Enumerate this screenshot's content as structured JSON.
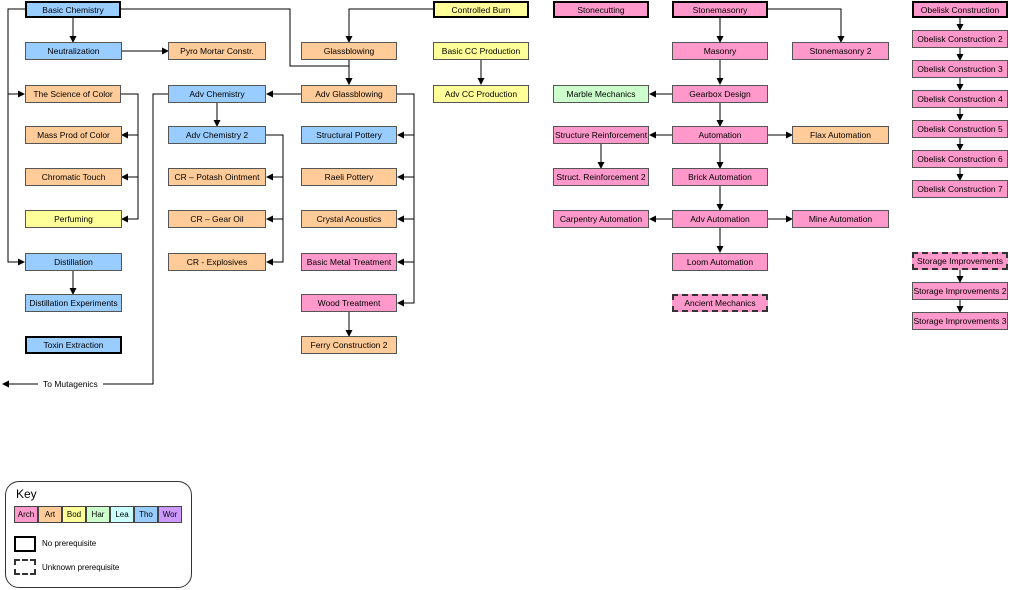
{
  "nodes": {
    "basic_chemistry": "Basic Chemistry",
    "neutralization": "Neutralization",
    "pyro_mortar": "Pyro Mortar Constr.",
    "science_of_color": "The Science of Color",
    "mass_prod_color": "Mass Prod of Color",
    "chromatic_touch": "Chromatic Touch",
    "perfuming": "Perfuming",
    "distillation": "Distillation",
    "distillation_experiments": "Distillation Experiments",
    "toxin_extraction": "Toxin Extraction",
    "adv_chemistry": "Adv Chemistry",
    "adv_chemistry_2": "Adv Chemistry 2",
    "cr_potash": "CR – Potash Ointment",
    "cr_gear_oil": "CR – Gear Oil",
    "cr_explosives": "CR - Explosives",
    "glassblowing": "Glassblowing",
    "adv_glassblowing": "Adv Glassblowing",
    "structural_pottery": "Structural Pottery",
    "raeli_pottery": "Raeli Pottery",
    "crystal_acoustics": "Crystal Acoustics",
    "basic_metal_treatment": "Basic Metal Treatment",
    "wood_treatment": "Wood Treatment",
    "ferry_construction_2": "Ferry Construction 2",
    "controlled_burn": "Controlled Burn",
    "basic_cc_production": "Basic CC Production",
    "adv_cc_production": "Adv CC Production",
    "stonecutting": "Stonecutting",
    "stonemasonry": "Stonemasonry",
    "masonry": "Masonry",
    "stonemasonry_2": "Stonemasonry 2",
    "gearbox_design": "Gearbox Design",
    "marble_mechanics": "Marble Mechanics",
    "structure_reinforcement": "Structure Reinforcement",
    "automation": "Automation",
    "flax_automation": "Flax Automation",
    "struct_reinforcement_2": "Struct. Reinforcement 2",
    "brick_automation": "Brick Automation",
    "carpentry_automation": "Carpentry Automation",
    "adv_automation": "Adv Automation",
    "mine_automation": "Mine Automation",
    "loom_automation": "Loom Automation",
    "ancient_mechanics": "Ancient Mechanics",
    "obelisk_1": "Obelisk Construction",
    "obelisk_2": "Obelisk Construction 2",
    "obelisk_3": "Obelisk Construction 3",
    "obelisk_4": "Obelisk Construction 4",
    "obelisk_5": "Obelisk Construction 5",
    "obelisk_6": "Obelisk Construction 6",
    "obelisk_7": "Obelisk Construction 7",
    "storage_1": "Storage Improvements",
    "storage_2": "Storage Improvements 2",
    "storage_3": "Storage Improvements 3"
  },
  "to_mutagenics": "To Mutagenics",
  "key": {
    "title": "Key",
    "skills": [
      "Arch",
      "Art",
      "Bod",
      "Har",
      "Lea",
      "Tho",
      "Wor"
    ],
    "no_prereq": "No prerequisite",
    "unknown_prereq": "Unknown prerequisite"
  },
  "colors": {
    "Arch": "#ff99cc",
    "Art": "#ffcc99",
    "Bod": "#ffff99",
    "Har": "#ccffcc",
    "Lea": "#ccffff",
    "Tho": "#99ccff",
    "Wor": "#cc99ff"
  }
}
